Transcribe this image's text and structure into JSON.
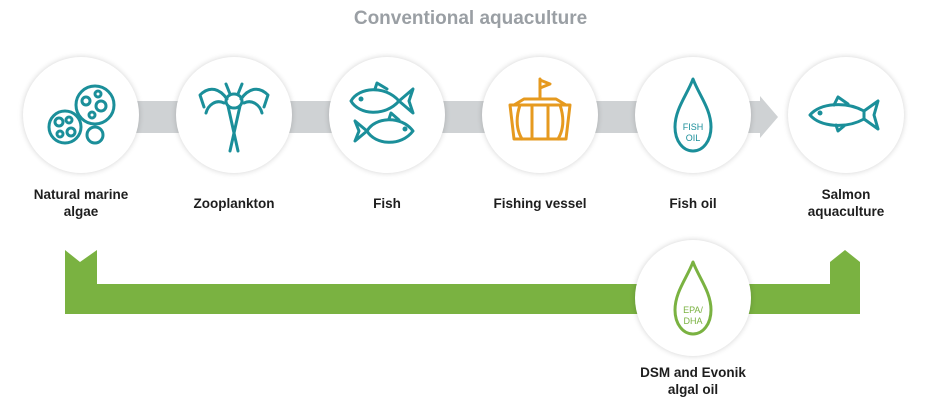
{
  "title": "Conventional aquaculture",
  "colors": {
    "teal": "#1b8f9a",
    "orange": "#e69a1f",
    "green": "#7ab241",
    "gray_arrow": "#cfd2d4"
  },
  "nodes": [
    {
      "icon": "algae-cells-icon",
      "label": "Natural marine\nalgae"
    },
    {
      "icon": "zooplankton-icon",
      "label": "Zooplankton"
    },
    {
      "icon": "fish-pair-icon",
      "label": "Fish"
    },
    {
      "icon": "fishing-vessel-icon",
      "label": "Fishing vessel"
    },
    {
      "icon": "fish-oil-drop-icon",
      "label": "Fish oil",
      "drop_text": [
        "FISH",
        "OIL"
      ]
    },
    {
      "icon": "salmon-icon",
      "label": "Salmon\naquaculture"
    }
  ],
  "alternative": {
    "icon": "epa-dha-drop-icon",
    "label": "DSM and Evonik\nalgal oil",
    "drop_text": [
      "EPA/",
      "DHA"
    ]
  }
}
